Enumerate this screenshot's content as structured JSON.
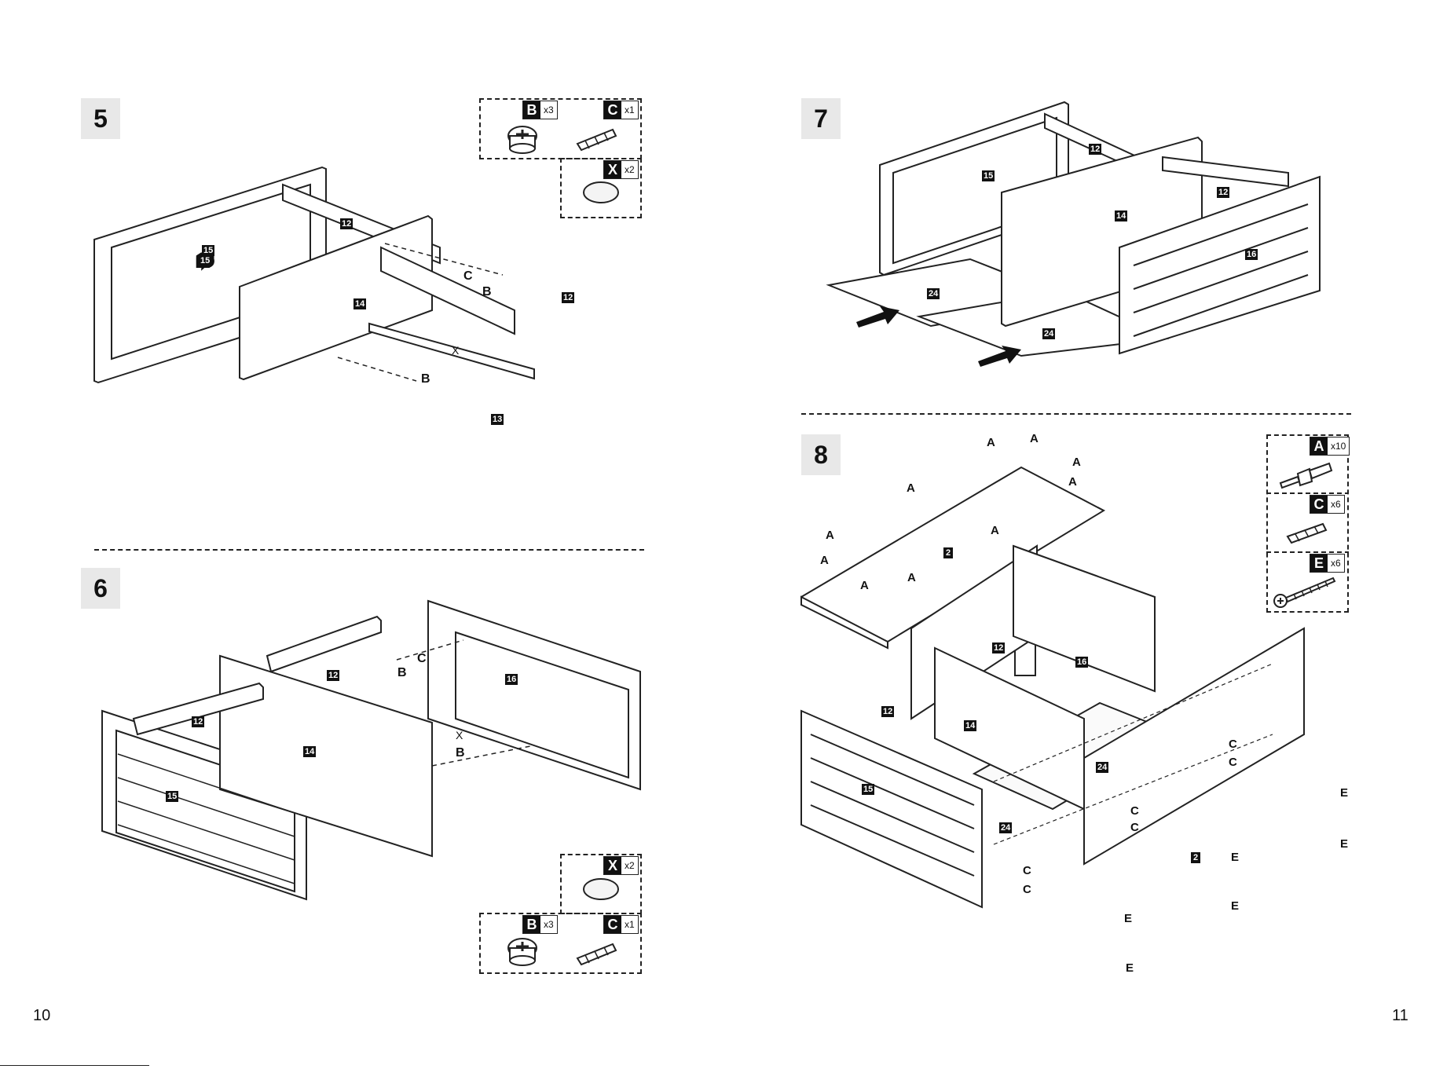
{
  "page_left": {
    "number": "10"
  },
  "page_right": {
    "number": "11"
  },
  "steps": [
    {
      "number": "5",
      "parts": [
        {
          "letter": "B",
          "qty": "x3"
        },
        {
          "letter": "C",
          "qty": "x1"
        },
        {
          "letter": "X",
          "qty": "x2"
        }
      ],
      "panels": [
        "15",
        "14",
        "12",
        "12",
        "13"
      ],
      "callouts": [
        "C",
        "B",
        "X",
        "B"
      ]
    },
    {
      "number": "6",
      "parts": [
        {
          "letter": "X",
          "qty": "x2"
        },
        {
          "letter": "B",
          "qty": "x3"
        },
        {
          "letter": "C",
          "qty": "x1"
        }
      ],
      "panels": [
        "16",
        "12",
        "12",
        "14",
        "15"
      ],
      "callouts": [
        "C",
        "B",
        "X",
        "B"
      ]
    },
    {
      "number": "7",
      "panels": [
        "15",
        "12",
        "14",
        "12",
        "16",
        "24",
        "24"
      ]
    },
    {
      "number": "8",
      "parts": [
        {
          "letter": "A",
          "qty": "x10"
        },
        {
          "letter": "C",
          "qty": "x6"
        },
        {
          "letter": "E",
          "qty": "x6"
        }
      ],
      "panels": [
        "2",
        "12",
        "16",
        "12",
        "14",
        "24",
        "15",
        "24",
        "2"
      ],
      "callouts": [
        "A",
        "A",
        "A",
        "A",
        "A",
        "A",
        "A",
        "A",
        "A",
        "A",
        "C",
        "C",
        "C",
        "C",
        "C",
        "C",
        "E",
        "E",
        "E",
        "E",
        "E",
        "E"
      ]
    }
  ],
  "icons": {
    "cam_lock": "cam-lock-icon",
    "dowel": "dowel-icon",
    "cover_cap": "cover-cap-icon",
    "cam_bolt": "cam-bolt-icon",
    "screw": "screw-icon",
    "arrow": "insert-arrow-icon"
  }
}
